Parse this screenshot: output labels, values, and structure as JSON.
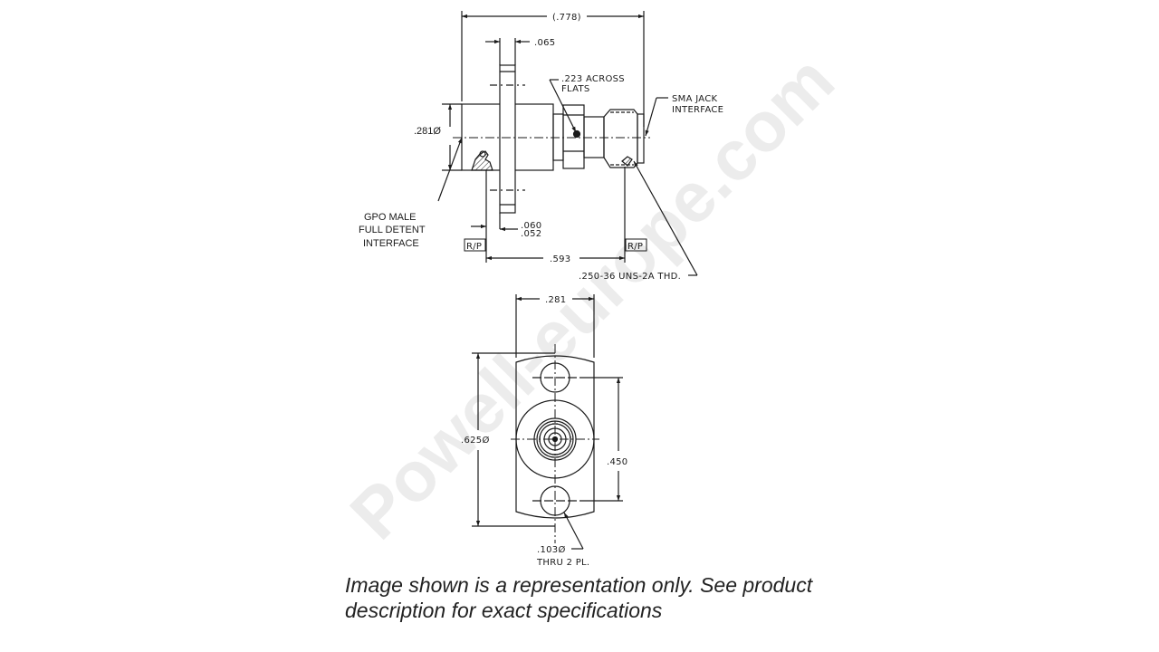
{
  "watermark": "Powell-europe.com",
  "side_view": {
    "overall_length": "(.778)",
    "flange_thickness": ".065",
    "hex_callout_line1": ".223 ACROSS",
    "hex_callout_line2": "FLATS",
    "sma_label_line1": "SMA JACK",
    "sma_label_line2": "INTERFACE",
    "body_diameter": ".281Ø",
    "gpo_label_line1": "GPO MALE",
    "gpo_label_line2": "FULL DETENT",
    "gpo_label_line3": "INTERFACE",
    "flange_offset_upper": ".060",
    "flange_offset_lower": ".052",
    "ref_plane_left": "R/P",
    "ref_plane_right": "R/P",
    "ref_plane_distance": ".593",
    "thread_spec": ".250-36 UNS-2A THD."
  },
  "front_view": {
    "flange_width": ".281",
    "flange_height": ".625Ø",
    "hole_spacing": ".450",
    "hole_diameter": ".103Ø",
    "hole_note": "THRU 2 PL."
  },
  "caption": {
    "line1": "Image shown is a representation only. See product",
    "line2": "description for exact specifications"
  }
}
